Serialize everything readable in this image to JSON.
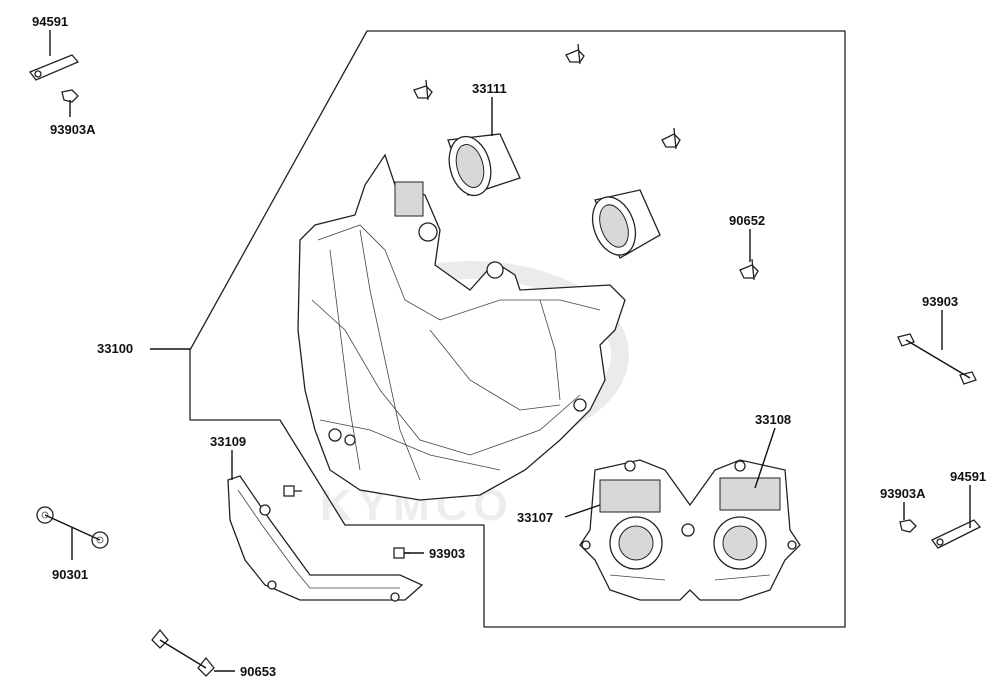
{
  "diagram": {
    "part_labels": {
      "p94591_top": "94591",
      "p93903a_top": "93903A",
      "p33111": "33111",
      "p90652": "90652",
      "p33100": "33100",
      "p93903_right": "93903",
      "p33108": "33108",
      "p33109": "33109",
      "p33107": "33107",
      "p93903a_right": "93903A",
      "p94591_right": "94591",
      "p90301": "90301",
      "p93903_mid": "93903",
      "p90653": "90653"
    },
    "watermark": "KYMCO"
  }
}
